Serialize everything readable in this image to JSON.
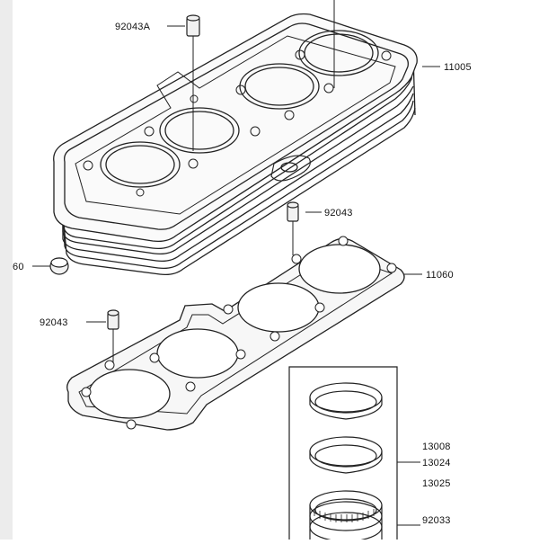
{
  "diagram": {
    "part_labels": {
      "p92043A": "92043A",
      "p11005": "11005",
      "p92043_upper": "92043",
      "p60": "60",
      "p11060": "11060",
      "p92043_lower": "92043",
      "p13008": "13008",
      "p13024": "13024",
      "p13025": "13025",
      "p92033": "92033"
    },
    "colors": {
      "page_background": "#ffffff",
      "margin_shade": "#ececec",
      "line": "#222222",
      "gasket_fill": "#f7f7f7",
      "block_fill": "#fafafa"
    }
  }
}
